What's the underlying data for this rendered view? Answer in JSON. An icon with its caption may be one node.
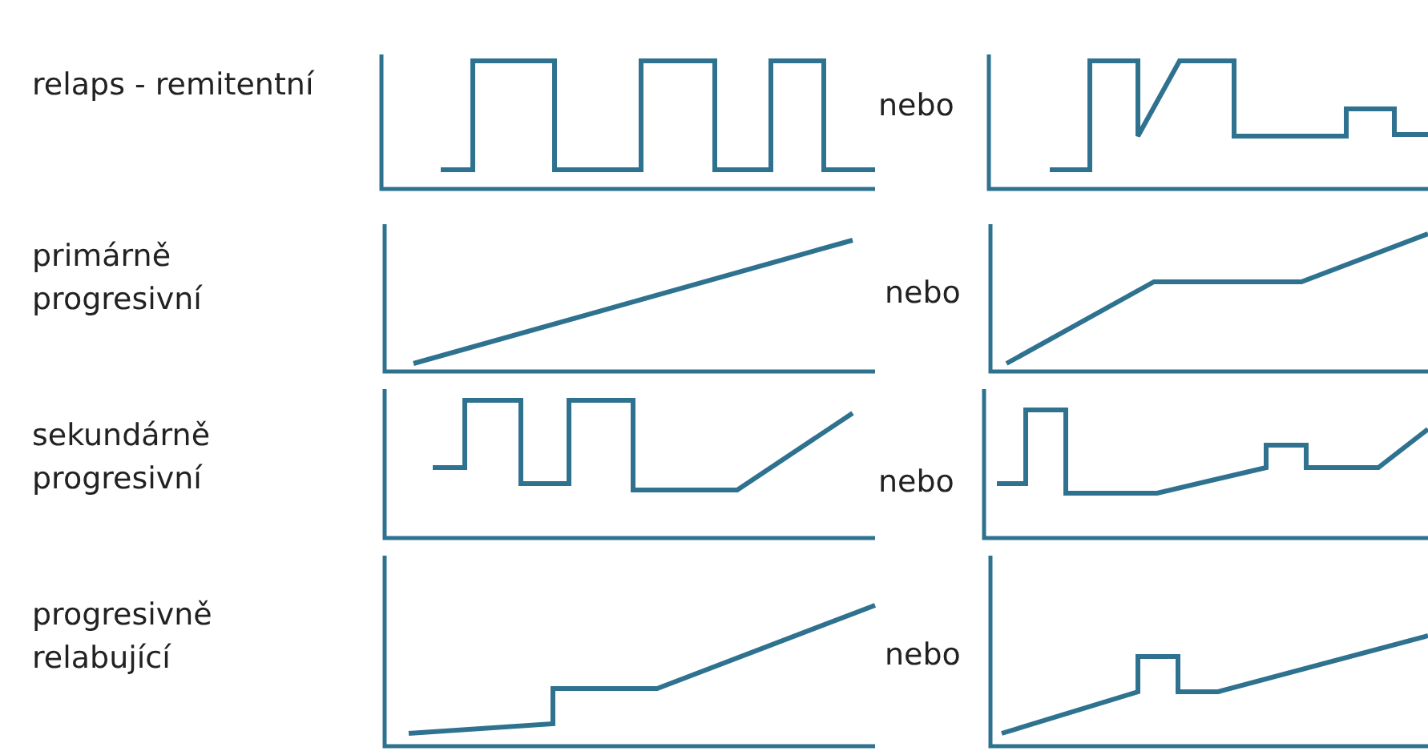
{
  "diagram": {
    "labels": [
      "relaps - remitentní",
      "nebo",
      "primárně progresivní",
      "nebo",
      "sekundárně progresivní",
      "nebo",
      "progresivně relabující",
      "nebo"
    ]
  }
}
